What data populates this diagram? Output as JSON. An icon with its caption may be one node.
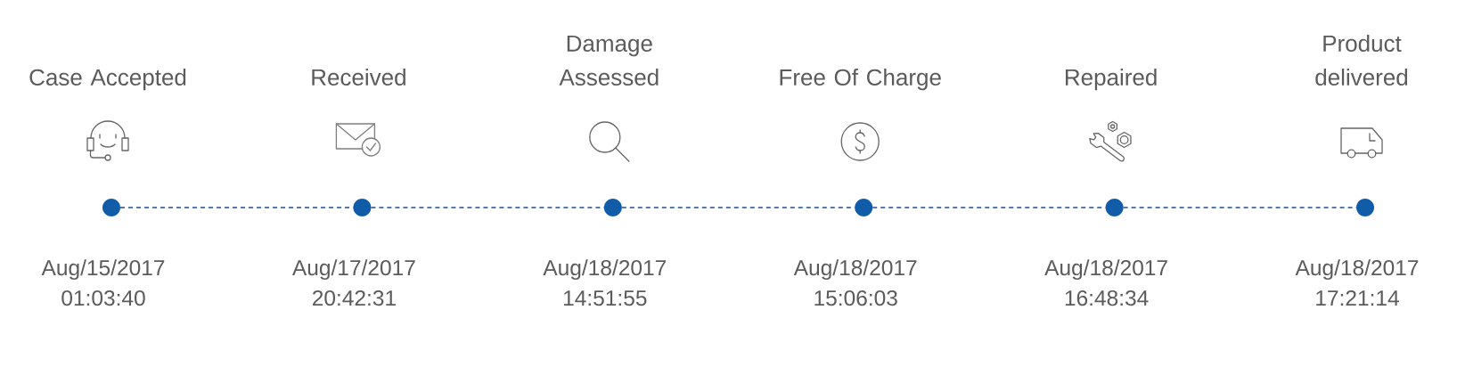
{
  "diagram": {
    "nodes": [
      {
        "text": [
          "Case Accepted"
        ],
        "beside": [
          "Aug/15/2017",
          "01:03:40"
        ]
      },
      {
        "text": [
          "Received"
        ],
        "beside": [
          "Aug/17/2017",
          "20:42:31"
        ]
      },
      {
        "text": [
          "Damage Assessed"
        ],
        "beside": [
          "Aug/18/2017",
          "14:51:55"
        ]
      },
      {
        "text": [
          "Free Of Charge"
        ],
        "beside": [
          "Aug/18/2017",
          "15:06:03"
        ]
      },
      {
        "text": [
          "Repaired"
        ],
        "beside": [
          "Aug/18/2017",
          "16:48:34"
        ]
      },
      {
        "text": [
          "Product delivered"
        ],
        "beside": [
          "Aug/18/2017",
          "17:21:14"
        ]
      }
    ],
    "edges": [
      {
        "from": 0,
        "to": 1,
        "arrow": "none",
        "style": "dashed"
      },
      {
        "from": 1,
        "to": 2,
        "arrow": "none",
        "style": "dashed"
      },
      {
        "from": 2,
        "to": 3,
        "arrow": "none",
        "style": "dashed"
      },
      {
        "from": 3,
        "to": 4,
        "arrow": "none",
        "style": "dashed"
      },
      {
        "from": 4,
        "to": 5,
        "arrow": "none",
        "style": "dashed"
      }
    ]
  }
}
